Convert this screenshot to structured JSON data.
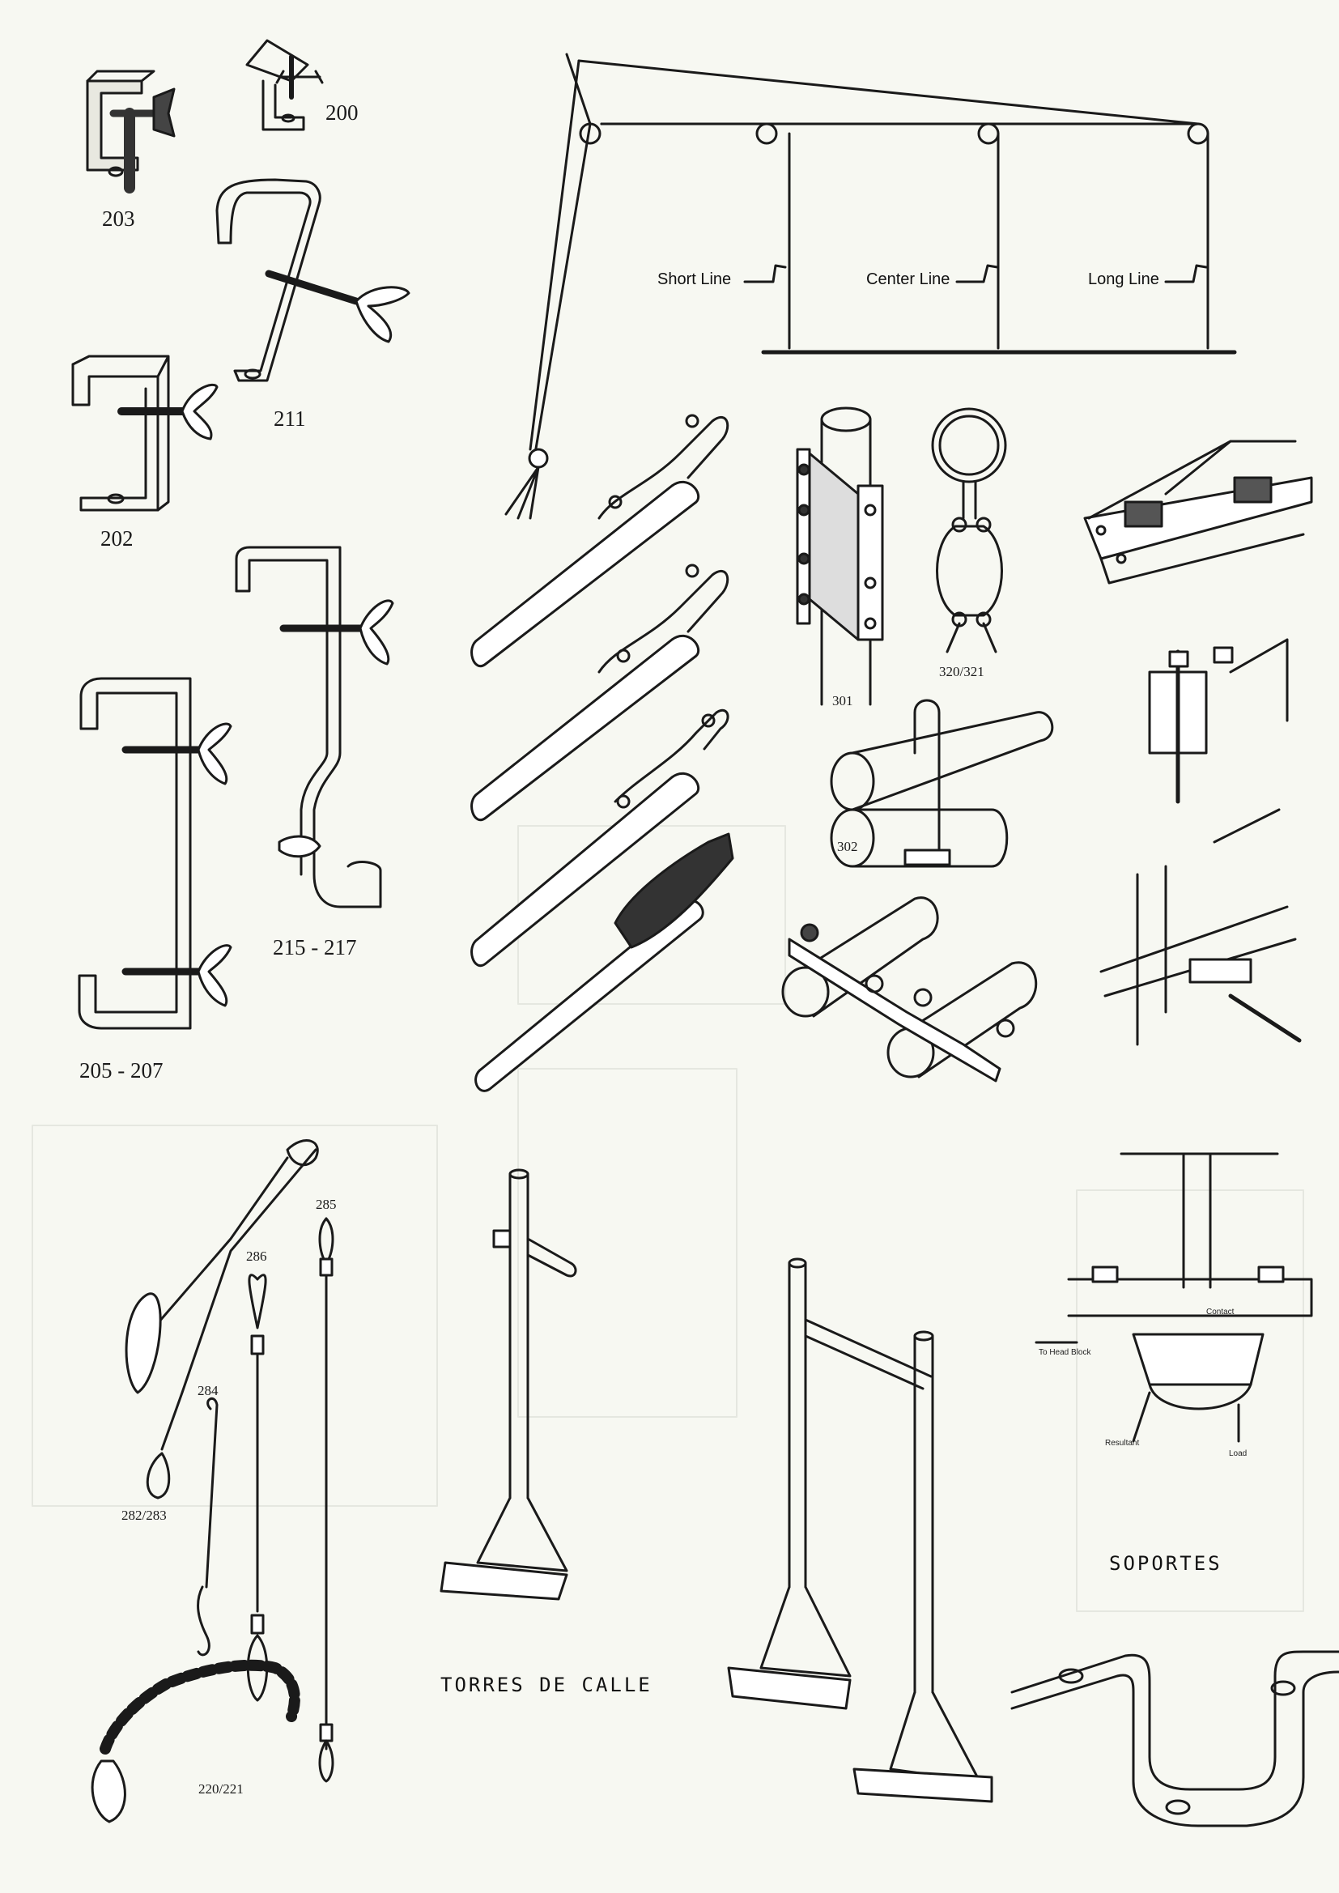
{
  "labels": {
    "p200": "200",
    "p203": "203",
    "p211": "211",
    "p202": "202",
    "p215": "215 - 217",
    "p205": "205 - 207",
    "p301": "301",
    "p302": "302",
    "p320": "320/321",
    "p285": "285",
    "p286": "286",
    "p284": "284",
    "p282": "282/283",
    "p220": "220/221"
  },
  "rigging": {
    "short_line": "Short Line",
    "center_line": "Center Line",
    "long_line": "Long Line"
  },
  "beam_diagram": {
    "contact": "Contact",
    "to_head_block": "To Head Block",
    "resultant": "Resultant",
    "load": "Load"
  },
  "captions": {
    "torres": "TORRES DE CALLE",
    "soportes": "SOPORTES"
  }
}
